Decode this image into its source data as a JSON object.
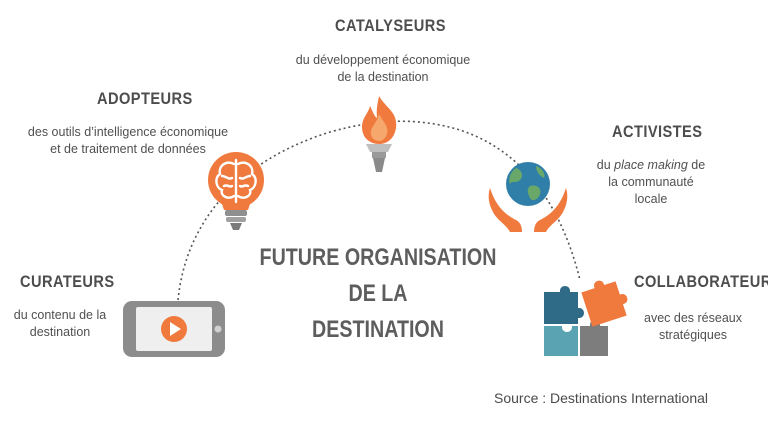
{
  "center": {
    "line1": "FUTURE ORGANISATION DE LA",
    "line2": "DESTINATION"
  },
  "roles": {
    "catalyseurs": {
      "title": "CATALYSEURS",
      "desc1": "du développement économique",
      "desc2": "de la destination",
      "icon": "torch-icon"
    },
    "adopteurs": {
      "title": "ADOPTEURS",
      "desc1": "des outils d’intelligence économique",
      "desc2": "et de traitement de données",
      "icon": "brain-bulb-icon"
    },
    "activistes": {
      "title": "ACTIVISTES",
      "desc1_pre": "du ",
      "desc1_em": "place making",
      "desc1_post": " de",
      "desc2": "la communauté",
      "desc3": "locale",
      "icon": "globe-hands-icon"
    },
    "curateurs": {
      "title": "CURATEURS",
      "desc1": "du contenu de la",
      "desc2": "destination",
      "icon": "video-phone-icon"
    },
    "collaborateurs": {
      "title": "COLLABORATEURS",
      "desc1": "avec des réseaux",
      "desc2": "stratégiques",
      "icon": "puzzle-icon"
    }
  },
  "source": "Source : Destinations International",
  "colors": {
    "accent": "#f07a3e",
    "dark": "#4d4d4d",
    "teal": "#3a8a9e",
    "gray": "#7b7b7b"
  }
}
